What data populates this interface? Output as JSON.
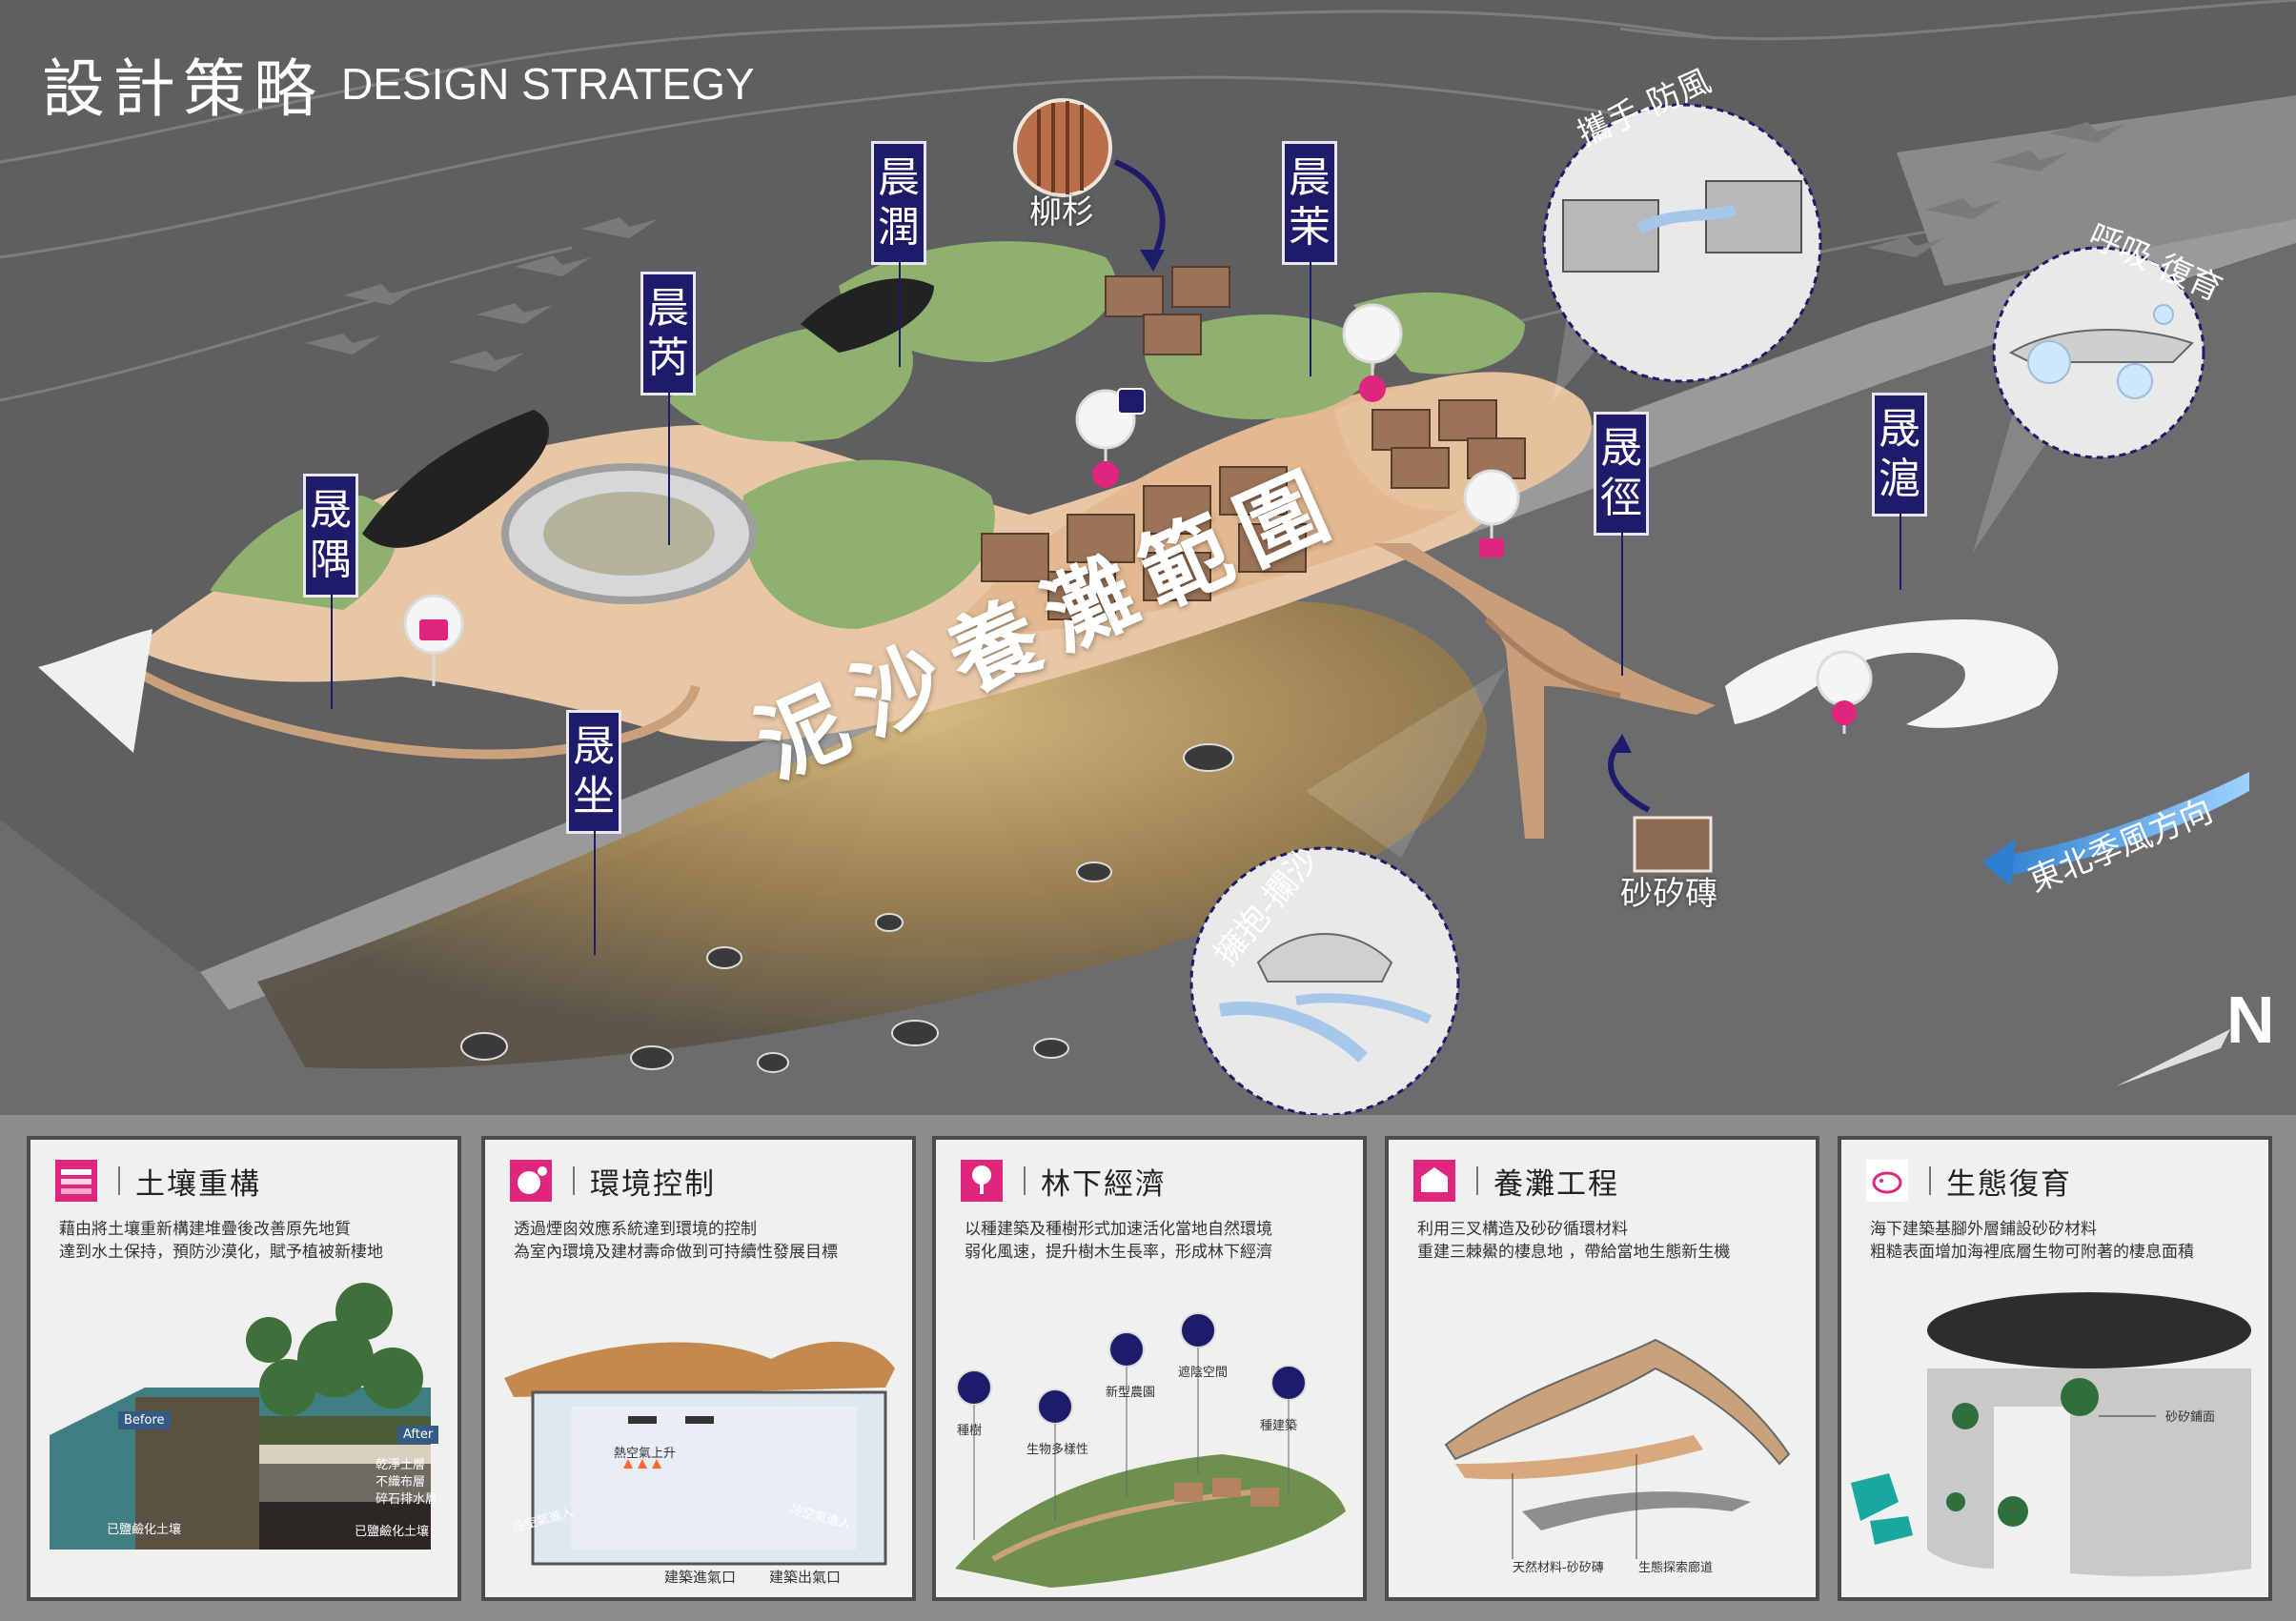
{
  "title": {
    "zh": "設計策略",
    "en": "DESIGN STRATEGY"
  },
  "zones": {
    "chen_rui": "晨芮",
    "chen_run": "晨潤",
    "chen_mo": "晨茉",
    "sheng_yu": "晟隅",
    "sheng_zuo": "晟坐",
    "sheng_jing": "晟徑",
    "sheng_hu": "晟滬"
  },
  "labels": {
    "cedar": "柳杉",
    "handshake": "攜手-防風",
    "breathe": "呼吸-復育",
    "embrace": "擁抱-攔沙",
    "brick": "砂矽磚",
    "nourish_area": "泥沙養灘範圍",
    "wind": "東北季風方向",
    "north": "N"
  },
  "panels": [
    {
      "title": "土壤重構",
      "icon": "soil-layers-icon",
      "lines": [
        "藉由將土壤重新構建堆疊後改善原先地質",
        "達到水土保持，預防沙漠化，賦予植被新棲地"
      ],
      "notes": {
        "before": "Before",
        "after": "After",
        "a1": "已鹽鹼化土壤",
        "a2": "乾淨土層",
        "a3": "不織布層",
        "a4": "碎石排水層",
        "a5": "已鹽鹼化土壤"
      }
    },
    {
      "title": "環境控制",
      "icon": "environment-control-icon",
      "lines": [
        "透過煙囪效應系統達到環境的控制",
        "為室內環境及建材壽命做到可持續性發展目標"
      ],
      "notes": {
        "hot": "熱空氣上升",
        "cold_in": "冷空氣進入",
        "cold_in2": "冷空氣進入",
        "inlet": "建築進氣口",
        "outlet": "建築出氣口"
      }
    },
    {
      "title": "林下經濟",
      "icon": "forest-economy-icon",
      "lines": [
        "以種建築及種樹形式加速活化當地自然環境",
        "弱化風速，提升樹木生長率，形成林下經濟"
      ],
      "notes": {
        "tree": "種樹",
        "bio": "生物多樣性",
        "agri": "新型農園",
        "shelter": "遮陰空間",
        "build": "種建築"
      }
    },
    {
      "title": "養灘工程",
      "icon": "beach-nourish-icon",
      "lines": [
        "利用三叉構造及砂矽循環材料",
        "重建三棘鱟的棲息地 ，帶給當地生態新生機"
      ],
      "notes": {
        "material": "天然材料-砂矽磚",
        "corridor": "生態探索廊道"
      }
    },
    {
      "title": "生態復育",
      "icon": "eco-restore-icon",
      "lines": [
        "海下建築基腳外層鋪設砂矽材料",
        "粗糙表面增加海裡底層生物可附著的棲息面積"
      ],
      "notes": {
        "surface": "砂矽鋪面"
      }
    }
  ],
  "colors": {
    "tag": "#1e1b6a",
    "pin": "#e0257c",
    "deck": "#e8c7a6",
    "sea": "#6c6c6e",
    "sand": "#b89a68"
  }
}
